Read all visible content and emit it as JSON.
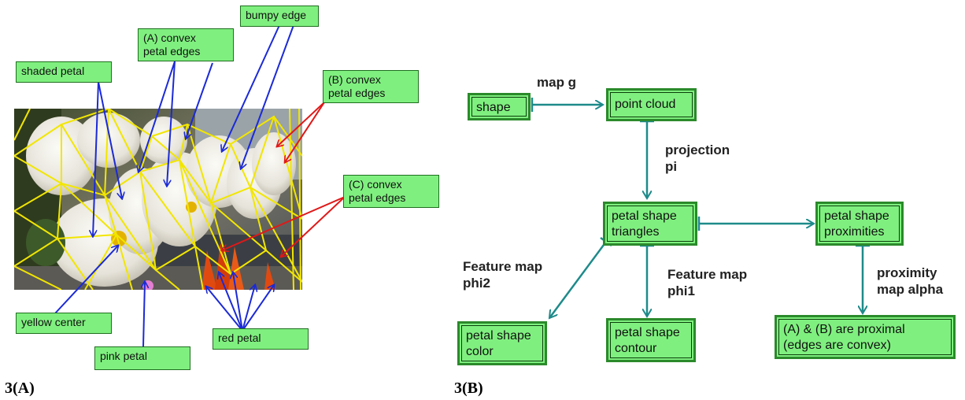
{
  "panel_a": {
    "figure_label": "3(A)",
    "callouts": {
      "shaded_petal": "shaded petal",
      "a_convex": "(A) convex\npetal edges",
      "bumpy_edge": "bumpy edge",
      "b_convex": "(B) convex\npetal edges",
      "c_convex": "(C) convex\npetal edges",
      "yellow_center": "yellow center",
      "pink_petal": "pink petal",
      "red_petal": "red petal"
    }
  },
  "panel_b": {
    "figure_label": "3(B)",
    "nodes": {
      "shape": "shape",
      "point_cloud": "point cloud",
      "triangles": "petal shape\ntriangles",
      "proximities": "petal shape\nproximities",
      "color": "petal shape\ncolor",
      "contour": "petal shape\ncontour",
      "proximal": "(A) & (B) are proximal\n(edges are convex)"
    },
    "edges": {
      "map_g": "map g",
      "projection": "projection\npi",
      "phi2": "Feature map\nphi2",
      "phi1": "Feature map\nphi1",
      "alpha": "proximity\nmap alpha"
    }
  }
}
